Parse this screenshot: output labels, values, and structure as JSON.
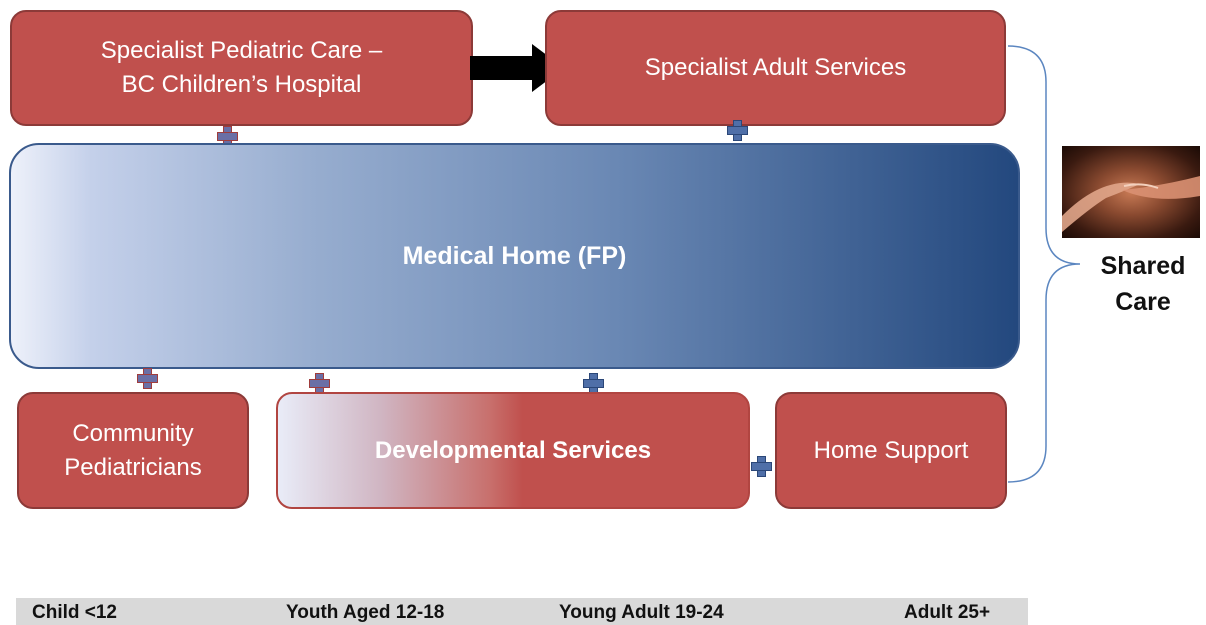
{
  "diagram": {
    "boxes": {
      "specialist_pediatric": "Specialist Pediatric Care –\nBC Children’s Hospital",
      "specialist_adult": "Specialist Adult Services",
      "medical_home": "Medical Home (FP)",
      "community_pediatricians": "Community\nPediatricians",
      "developmental_services": "Developmental Services",
      "home_support": "Home Support"
    },
    "shared_care_label": "Shared\nCare",
    "image_icon": "handshake-photo"
  },
  "age_bar": {
    "child": "Child <12",
    "youth": "Youth Aged 12-18",
    "young_adult": "Young Adult 19-24",
    "adult": "Adult 25+"
  },
  "colors": {
    "box_red": "#c0504d",
    "medical_home_dark": "#23487e",
    "connector_blue": "#4f6fa8",
    "age_bar": "#d9d9d9"
  }
}
